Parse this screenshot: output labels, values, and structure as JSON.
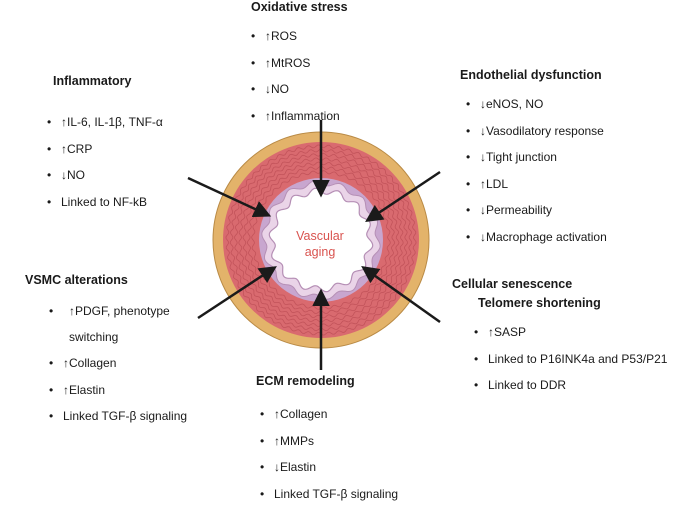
{
  "center_label_lines": [
    "Vascular",
    "aging"
  ],
  "colors": {
    "adventitia": "#e3b36a",
    "media": "#d96a6f",
    "elastic_lamina": "#c8a6cf",
    "intima": "#ead4e8",
    "lumen": "#ffffff",
    "center_text": "#d9534f",
    "arrow": "#1a1a1a"
  },
  "panels": {
    "oxidative": {
      "title": "Oxidative stress",
      "items": [
        "↑ROS",
        "↑MtROS",
        "↓NO",
        "↑Inflammation"
      ]
    },
    "inflammatory": {
      "title": "Inflammatory",
      "items": [
        "↑IL-6, IL-1β, TNF-α",
        "↑CRP",
        "↓NO",
        "Linked to NF-kB"
      ]
    },
    "endothelial": {
      "title": "Endothelial dysfunction",
      "items": [
        "↓eNOS, NO",
        "↓Vasodilatory response",
        "↓Tight junction",
        "↑LDL",
        "↓Permeability",
        "↓Macrophage activation"
      ]
    },
    "vsmc": {
      "title": "VSMC alterations",
      "items": [
        "↑PDGF, phenotype switching",
        "↑Collagen",
        "↑Elastin",
        "Linked TGF-β signaling"
      ]
    },
    "senescence": {
      "title": "Cellular senescence",
      "subtitle": "Telomere shortening",
      "items": [
        "↑SASP",
        "Linked to P16INK4a and P53/P21",
        "Linked to DDR"
      ]
    },
    "ecm": {
      "title": "ECM remodeling",
      "items": [
        "↑Collagen",
        "↑MMPs",
        "↓Elastin",
        "Linked TGF-β signaling"
      ]
    }
  }
}
